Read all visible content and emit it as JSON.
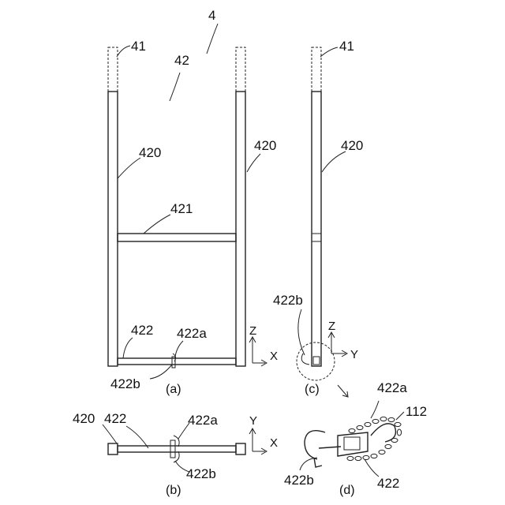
{
  "labels": {
    "assembly": "4",
    "pin": "41",
    "frame": "42",
    "post": "420",
    "crossbar": "421",
    "bottom_bar": "422",
    "hook": "422a",
    "clip": "422b",
    "chain": "112"
  },
  "views": {
    "a": "(a)",
    "b": "(b)",
    "c": "(c)",
    "d": "(d)"
  },
  "axes": {
    "x": "X",
    "y": "Y",
    "z": "Z"
  }
}
